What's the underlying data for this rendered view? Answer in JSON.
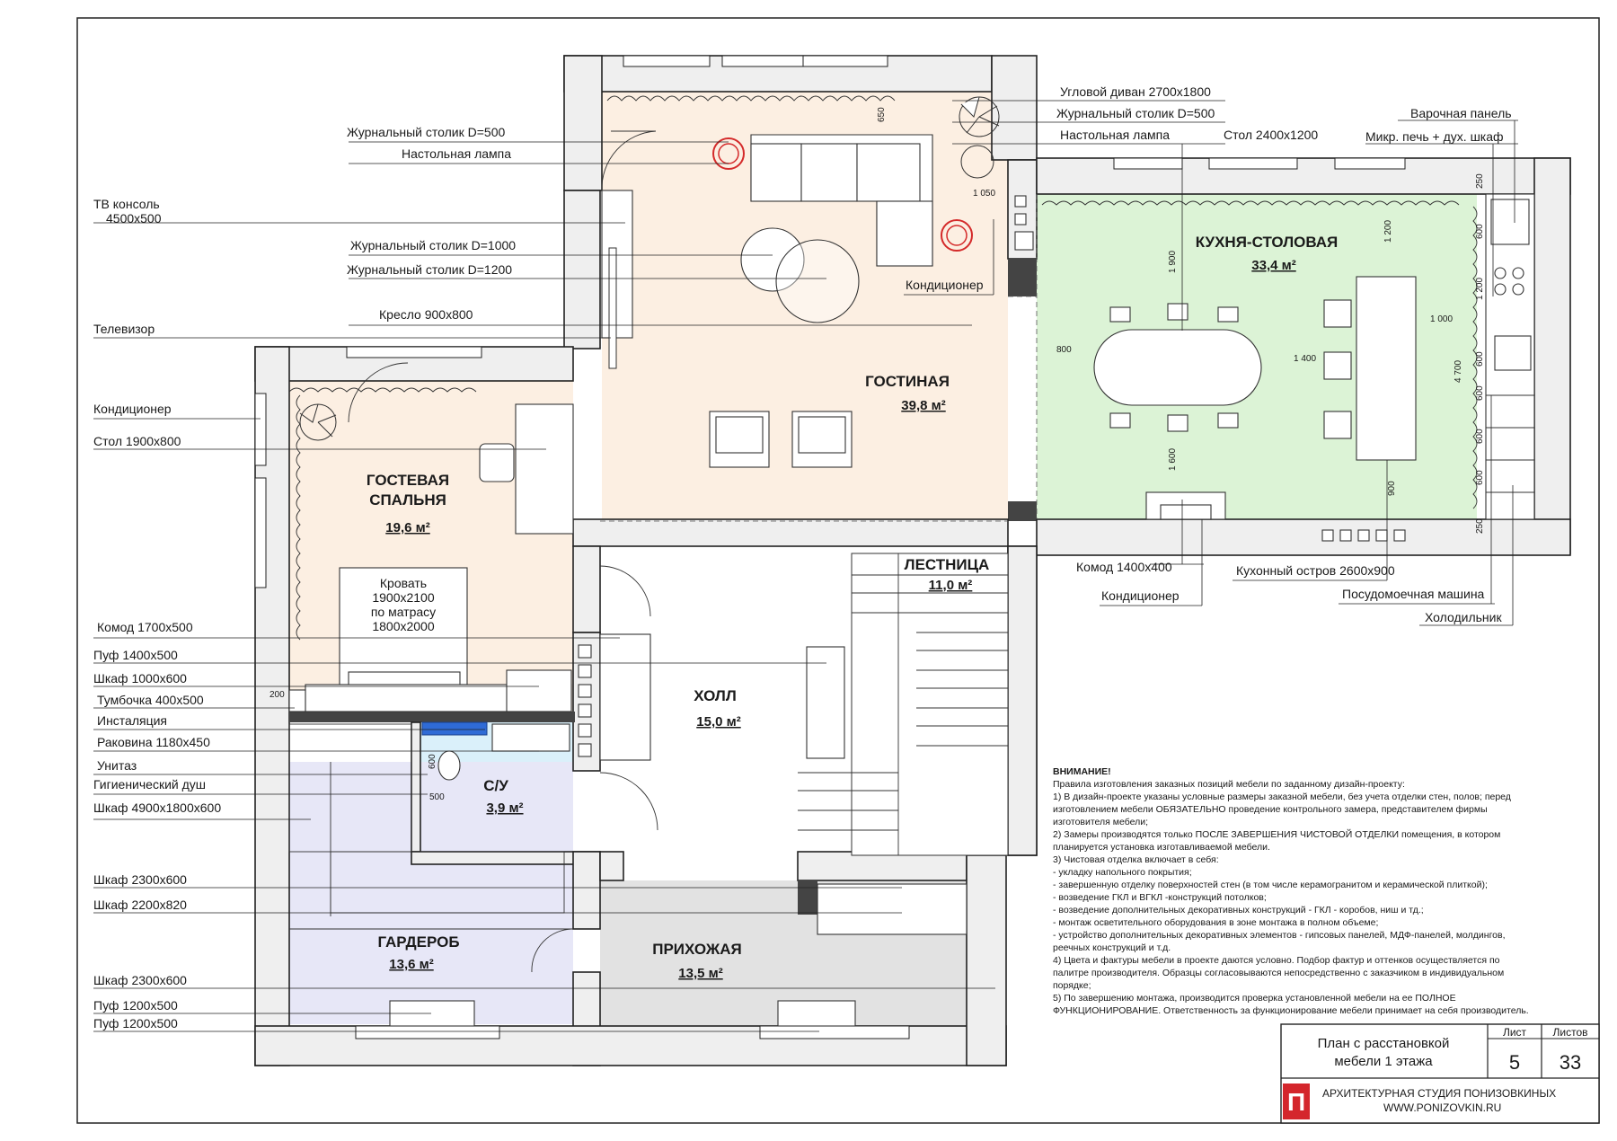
{
  "rooms": {
    "living": {
      "name": "ГОСТИНАЯ",
      "area": "39,8 м²"
    },
    "kitchen": {
      "name": "КУХНЯ-СТОЛОВАЯ",
      "area": "33,4 м²"
    },
    "guest_bedroom": {
      "name_line1": "ГОСТЕВАЯ",
      "name_line2": "СПАЛЬНЯ",
      "area": "19,6 м²"
    },
    "stairs": {
      "name": "ЛЕСТНИЦА",
      "area": "11,0 м²"
    },
    "hall": {
      "name": "ХОЛЛ",
      "area": "15,0 м²"
    },
    "bathroom": {
      "name": "С/У",
      "area": "3,9 м²"
    },
    "wardrobe": {
      "name": "ГАРДЕРОБ",
      "area": "13,6 м²"
    },
    "entrance": {
      "name": "ПРИХОЖАЯ",
      "area": "13,5 м²"
    }
  },
  "bed_label": [
    "Кровать",
    "1900x2100",
    "по матрасу",
    "1800x2000"
  ],
  "labels_left": {
    "coffee_table_500": "Журнальный столик D=500",
    "table_lamp": "Настольная лампа",
    "tv_console_1": "ТВ консоль",
    "tv_console_2": "4500x500",
    "coffee_table_1000": "Журнальный столик D=1000",
    "coffee_table_1200": "Журнальный столик D=1200",
    "armchair": "Кресло 900x800",
    "tv": "Телевизор",
    "ac": "Кондиционер",
    "desk": "Стол 1900x800",
    "dresser": "Комод 1700x500",
    "pouf_1400": "Пуф 1400x500",
    "wardrobe_1000": "Шкаф 1000x600",
    "nightstand": "Тумбочка 400x500",
    "installation": "Инсталяция",
    "sink": "Раковина 1180x450",
    "toilet": "Унитаз",
    "hygienic_shower": "Гигиенический душ",
    "wardrobe_4900": "Шкаф 4900x1800x600",
    "wardrobe_2300_a": "Шкаф 2300x600",
    "wardrobe_2200": "Шкаф 2200x820",
    "wardrobe_2300_b": "Шкаф 2300x600",
    "pouf_1200_a": "Пуф 1200x500",
    "pouf_1200_b": "Пуф 1200x500"
  },
  "labels_top": {
    "corner_sofa": "Угловой диван 2700x1800",
    "coffee_table_500": "Журнальный столик D=500",
    "table_lamp": "Настольная лампа",
    "table_2400": "Стол 2400x1200",
    "hob": "Варочная панель",
    "oven": "Микр. печь + дух. шкаф",
    "ac_living": "Кондиционер"
  },
  "labels_bottom": {
    "dresser_1400": "Комод 1400x400",
    "ac_kitchen": "Кондиционер",
    "island": "Кухонный остров 2600x900",
    "dishwasher": "Посудомоечная машина",
    "fridge": "Холодильник"
  },
  "dimensions": {
    "d650": "650",
    "d1050": "1 050",
    "d1900": "1 900",
    "d1200a": "1 200",
    "d800": "800",
    "d1400": "1 400",
    "d1000": "1 000",
    "d1600": "1 600",
    "d900": "900",
    "d4700": "4 700",
    "d250a": "250",
    "d600a": "600",
    "d1200b": "1 200",
    "d600b": "600",
    "d600c": "600",
    "d600d": "600",
    "d600e": "600",
    "d250b": "250",
    "d200": "200",
    "d600f": "600",
    "d500": "500"
  },
  "notes": {
    "title": "ВНИМАНИЕ!",
    "lines": [
      "Правила изготовления заказных позиций мебели по заданному дизайн-проекту:",
      "    1) В дизайн-проекте указаны условные размеры заказной мебели, без учета отделки стен, полов; перед",
      "изготовлением мебели ОБЯЗАТЕЛЬНО проведение контрольного замера, представителем фирмы",
      "изготовителя мебели;",
      "    2) Замеры производятся только ПОСЛЕ ЗАВЕРШЕНИЯ ЧИСТОВОЙ ОТДЕЛКИ помещения, в котором",
      "планируется установка изготавливаемой мебели.",
      "    3) Чистовая отделка включает в себя:",
      "    - укладку напольного покрытия;",
      "    - завершенную отделку поверхностей стен (в том числе керамогранитом и керамической плиткой);",
      "    - возведение ГКЛ и ВГКЛ -конструкций потолков;",
      "    - возведение дополнительных декоративных конструкций - ГКЛ - коробов, ниш и тд.;",
      "    - монтаж осветительного оборудования в зоне монтажа в полном объеме;",
      "    - устройство дополнительных декоративных элементов - гипсовых панелей, МДФ-панелей, молдингов,",
      "реечных конструкций и т.д.",
      "    4) Цвета и фактуры мебели в проекте даются условно. Подбор фактур и оттенков осуществляется по",
      "палитре производителя. Образцы согласовываются непосредственно с заказчиком в индивидуальном",
      "порядке;",
      "        5) По завершению монтажа, производится проверка установленной мебели на ее ПОЛНОЕ",
      "ФУНКЦИОНИРОВАНИЕ. Ответственность за функционирование мебели принимает на себя производитель."
    ]
  },
  "title_block": {
    "plan_title_1": "План с расстановкой",
    "plan_title_2": "мебели 1 этажа",
    "sheet_label": "Лист",
    "sheets_label": "Листов",
    "sheet": "5",
    "sheets": "33",
    "studio": "АРХИТЕКТУРНАЯ СТУДИЯ ПОНИЗОВКИНЫХ",
    "website": "WWW.PONIZOVKIN.RU",
    "logo_letter": "П"
  },
  "colors": {
    "living_fill": "#fcefe2",
    "kitchen_fill": "#dcf3d6",
    "bedroom_fill": "#fcefe2",
    "bathroom_fill": "#daf0fa",
    "wardrobe_fill": "#e7e7f7",
    "entrance_fill": "#e2e2e2",
    "logo_red": "#d4262c"
  }
}
